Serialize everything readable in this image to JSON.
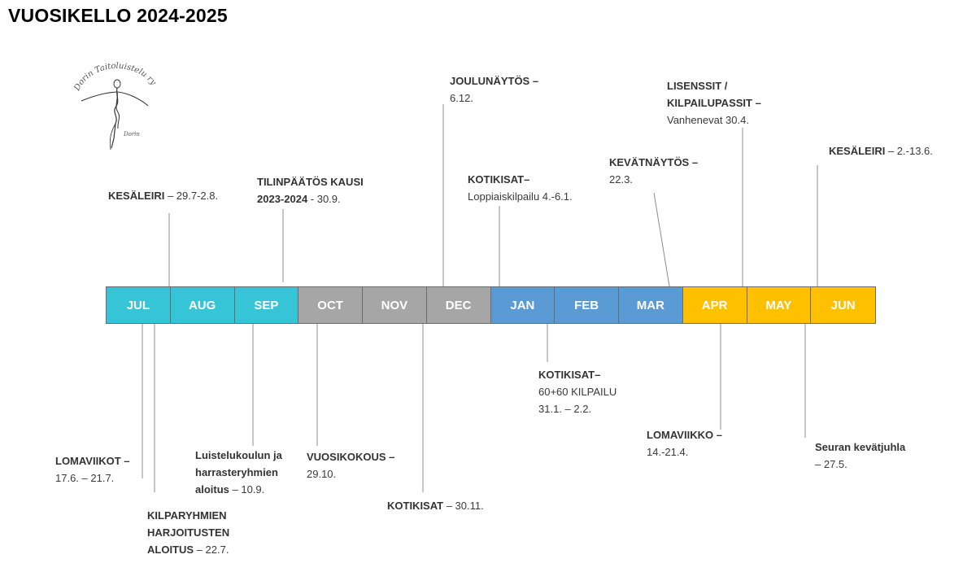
{
  "title": "VUOSIKELLO 2024-2025",
  "logo": {
    "org_name": "Dorin Taitoluistelu ry",
    "signature": "Dorin"
  },
  "months": [
    {
      "label": "JUL",
      "color": "#35C5D6"
    },
    {
      "label": "AUG",
      "color": "#35C5D6"
    },
    {
      "label": "SEP",
      "color": "#35C5D6"
    },
    {
      "label": "OCT",
      "color": "#A6A6A6"
    },
    {
      "label": "NOV",
      "color": "#A6A6A6"
    },
    {
      "label": "DEC",
      "color": "#A6A6A6"
    },
    {
      "label": "JAN",
      "color": "#5B9BD5"
    },
    {
      "label": "FEB",
      "color": "#5B9BD5"
    },
    {
      "label": "MAR",
      "color": "#5B9BD5"
    },
    {
      "label": "APR",
      "color": "#FFC000"
    },
    {
      "label": "MAY",
      "color": "#FFC000"
    },
    {
      "label": "JUN",
      "color": "#FFC000"
    }
  ],
  "events_above": {
    "kesaleiri_summer": {
      "title": "KESÄLEIRI",
      "detail": " – 29.7-2.8."
    },
    "tilinpaatos": {
      "title1": "TILINPÄÄTÖS KAUSI",
      "title2": "2023-2024",
      "detail": "  - 30.9."
    },
    "joulunaytos": {
      "title": "JOULUNÄYTÖS –",
      "detail": "6.12."
    },
    "kotikisat_jan": {
      "title": "KOTIKISAT–",
      "detail": "Loppiaiskilpailu 4.-6.1."
    },
    "kevatnaytos": {
      "title": "KEVÄTNÄYTÖS –",
      "detail": "22.3."
    },
    "lisenssit": {
      "title1": "LISENSSIT /",
      "title2": "KILPAILUPASSIT –",
      "detail": "Vanhenevat 30.4."
    },
    "kesaleiri_june": {
      "title": "KESÄLEIRI",
      "detail": " – 2.-13.6."
    }
  },
  "events_below": {
    "lomaviikot": {
      "title": "LOMAVIIKOT –",
      "detail": "17.6. – 21.7."
    },
    "kilparyhmien": {
      "title1": "KILPARYHMIEN",
      "title2": "HARJOITUSTEN",
      "title3": "ALOITUS",
      "detail": " – 22.7."
    },
    "luistelukoulu": {
      "title1": "Luistelukoulun ja",
      "title2": "harrasteryhmien",
      "title3": "aloitus",
      "detail": " – 10.9."
    },
    "vuosikokous": {
      "title": "VUOSIKOKOUS –",
      "detail": "29.10."
    },
    "kotikisat_nov": {
      "title": "KOTIKISAT",
      "detail": " – 30.11."
    },
    "kotikisat_feb": {
      "title": "KOTIKISAT–",
      "detail1": "60+60 KILPAILU",
      "detail2": "31.1. – 2.2."
    },
    "lomaviikko": {
      "title": "LOMAVIIKKO –",
      "detail": "14.-21.4."
    },
    "kevatjuhla": {
      "title": "Seuran kevätjuhla",
      "detail": "– 27.5."
    }
  }
}
